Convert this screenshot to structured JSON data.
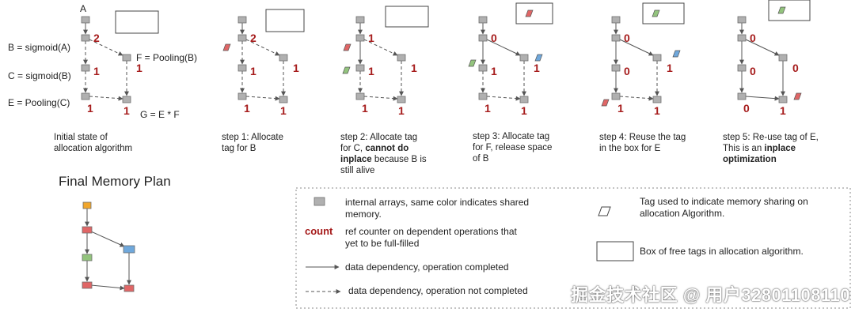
{
  "colors": {
    "gray": "#b0b0b0",
    "gray_stroke": "#6e6e6e",
    "red": "#e06666",
    "green": "#93c47d",
    "blue": "#6fa8dc",
    "orange": "#f1a62b",
    "count": "#a61c1c"
  },
  "initial": {
    "label_A": "A",
    "label_B": "B = sigmoid(A)",
    "label_C": "C = sigmoid(B)",
    "label_E": "E = Pooling(C)",
    "label_F": "F = Pooling(B)",
    "label_G": "G = E * F",
    "count_B": "2",
    "count_C": "1",
    "count_E": "1",
    "count_F": "1",
    "count_G": "1",
    "caption_line1": "Initial state of",
    "caption_line2": "allocation algorithm"
  },
  "steps": [
    {
      "counts": {
        "B": "2"
      },
      "caption_lines": [
        "step 1: Allocate",
        "tag for B"
      ]
    },
    {
      "counts": {
        "B": "1",
        "C": "1",
        "E": "1",
        "F": "1",
        "G": "1"
      },
      "caption_parts": [
        {
          "text": "step 2: Allocate tag",
          "bold": false
        },
        {
          "text": "for C, ",
          "bold": false
        },
        {
          "text": "cannot do",
          "bold": true
        },
        {
          "text": "inplace",
          "bold": true
        },
        {
          "text": " because B is",
          "bold": false
        },
        {
          "text": "still alive",
          "bold": false
        }
      ]
    },
    {
      "counts": {
        "B": "0",
        "C": "1",
        "F": "1",
        "E": "1",
        "G": "1"
      },
      "caption_lines": [
        "step 3: Allocate tag",
        "for F, release space",
        "of B"
      ]
    },
    {
      "counts": {
        "B": "0",
        "C": "0",
        "F": "1",
        "E": "1",
        "G": "1"
      },
      "caption_lines": [
        "step 4: Reuse the tag",
        "in the box for E"
      ]
    },
    {
      "counts": {
        "B": "0",
        "C": "0",
        "F": "0",
        "E": "0",
        "G": "1"
      },
      "caption_parts": [
        {
          "text": "step 5: Re-use tag of E,",
          "bold": false
        },
        {
          "text": "This is an ",
          "bold": false
        },
        {
          "text": "inplace",
          "bold": true
        },
        {
          "text": "optimization",
          "bold": true
        }
      ]
    }
  ],
  "final_plan": {
    "title": "Final Memory Plan"
  },
  "legend": {
    "arrays_text_line1": "internal arrays, same color indicates shared",
    "arrays_text_line2": "memory.",
    "count_word": "count",
    "count_text_line1": "ref counter on dependent operations that",
    "count_text_line2": "yet to be full-filled",
    "solid_text": "data dependency, operation completed",
    "dashed_text": "data dependency, operation not completed",
    "tag_text_line1": "Tag used to indicate memory sharing on",
    "tag_text_line2": "allocation Algorithm.",
    "box_text": "Box of free tags in allocation algorithm."
  },
  "watermark": "掘金技术社区 @ 用户3280110811​0"
}
